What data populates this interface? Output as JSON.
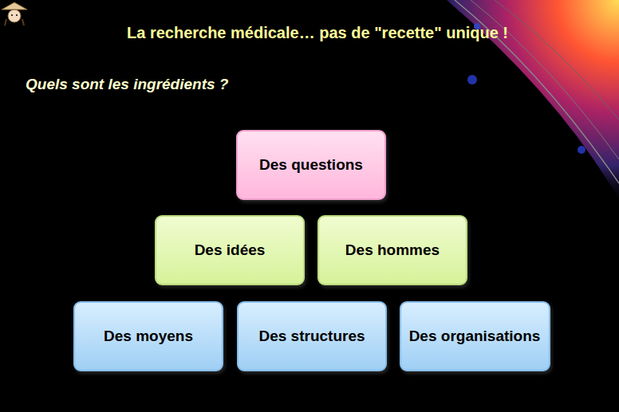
{
  "diagram": {
    "title": "La recherche médicale… pas de \"recette\" unique !",
    "nodes": [
      {
        "text": [
          "Des questions"
        ]
      },
      {
        "text": [
          "Des idées"
        ]
      },
      {
        "text": [
          "Des hommes"
        ]
      },
      {
        "text": [
          "Des moyens"
        ]
      },
      {
        "text": [
          "Des structures"
        ]
      },
      {
        "text": [
          "Des organisations"
        ]
      }
    ],
    "labels": [
      "Quels sont les ingrédients ?"
    ]
  }
}
